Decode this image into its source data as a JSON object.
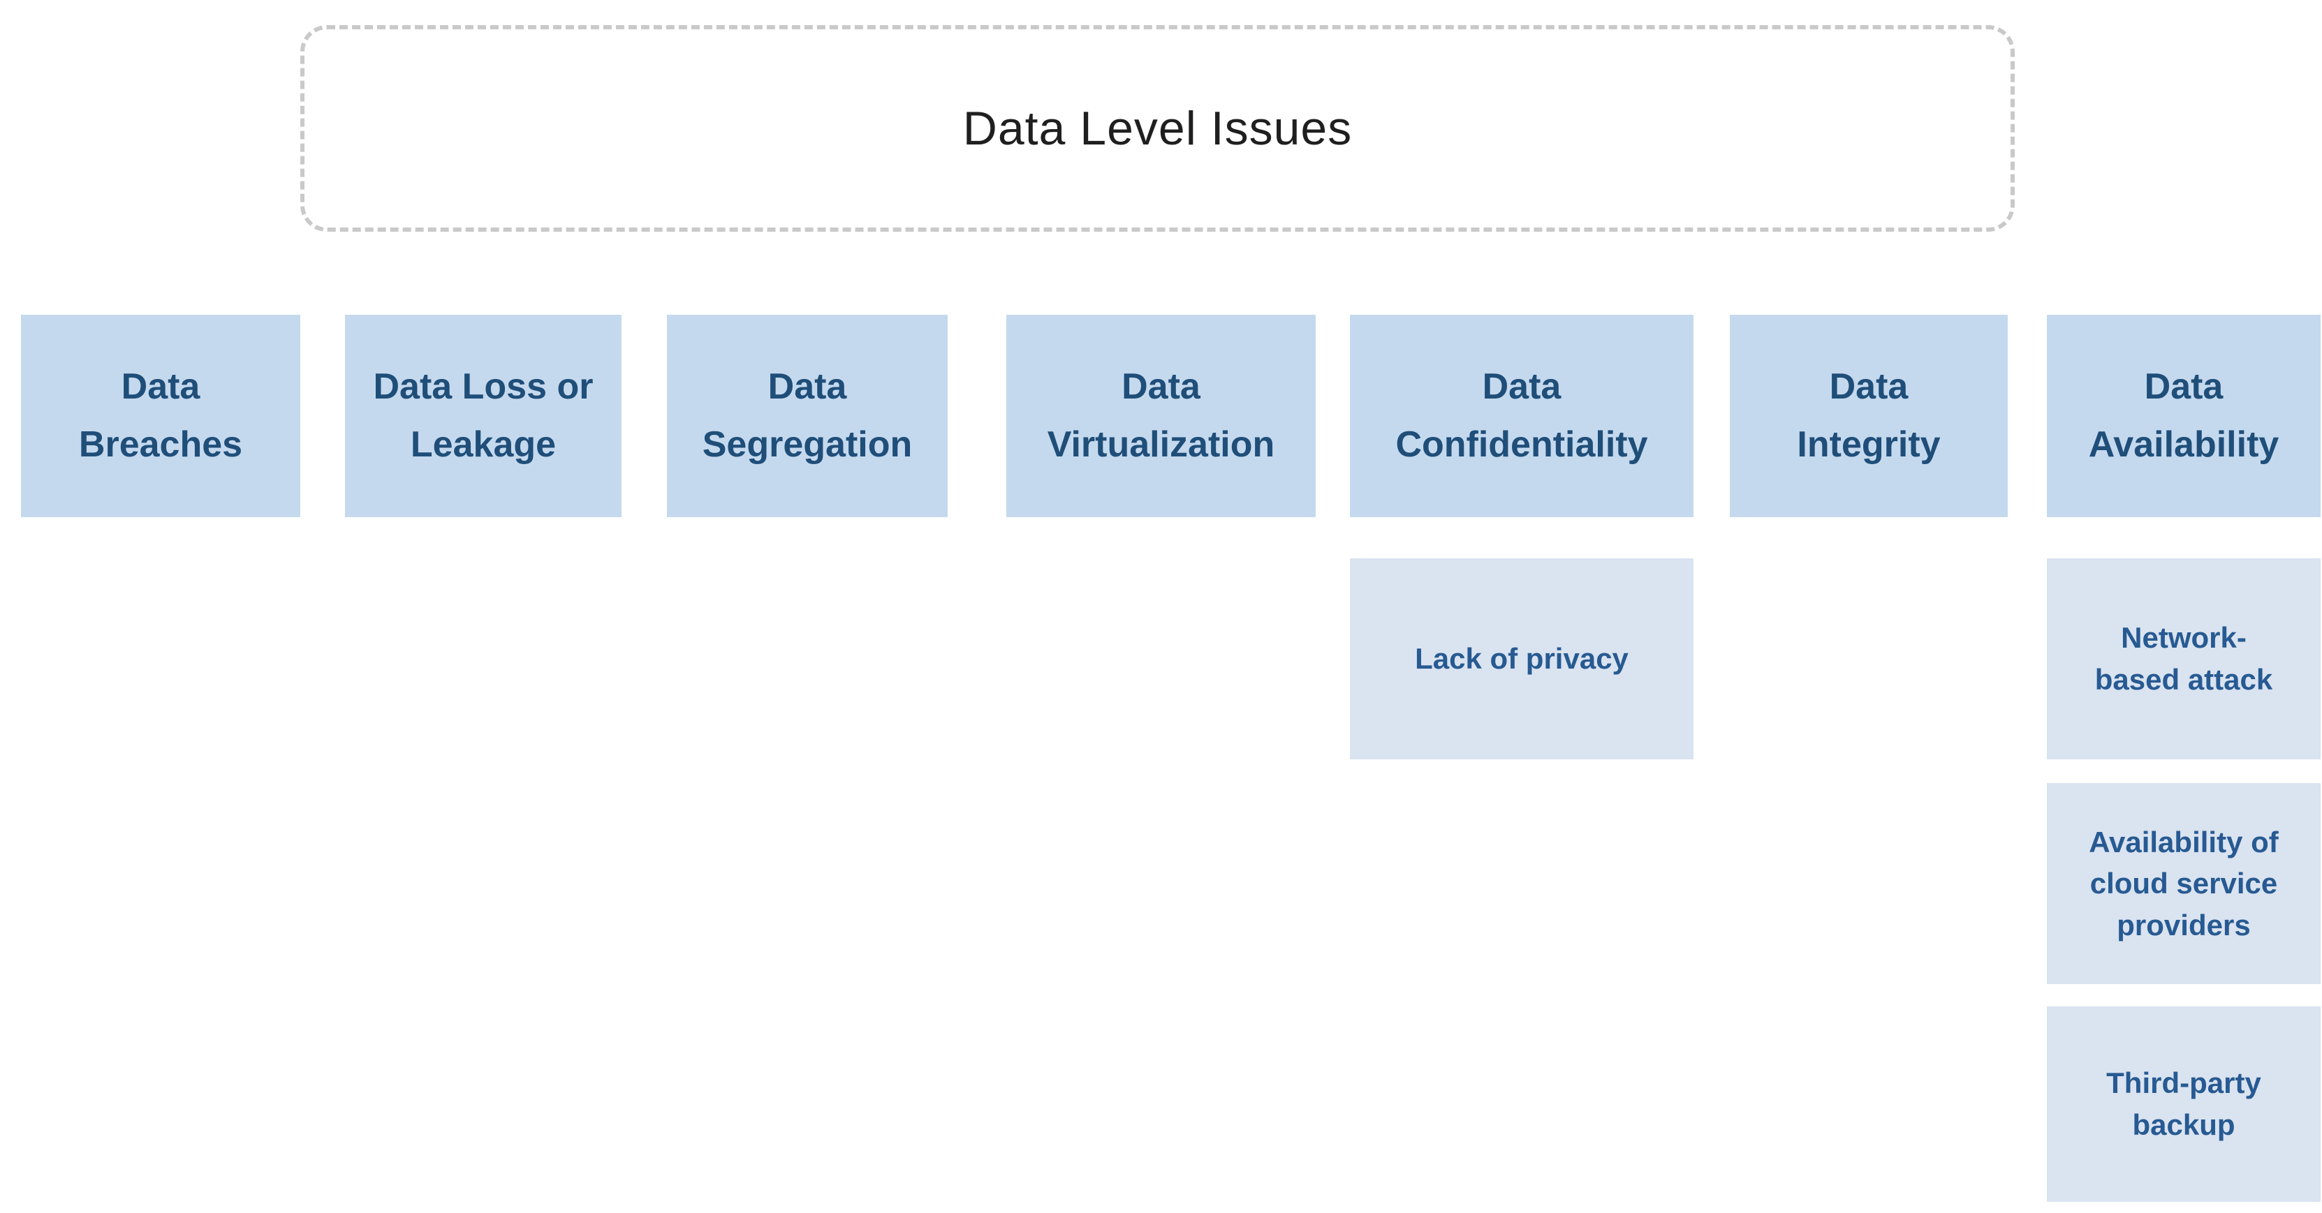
{
  "colors": {
    "header_fill": "#c5d9ee",
    "sub_fill": "#dae3f0",
    "header_text": "#1f4e79",
    "sub_text": "#275a92",
    "root_border": "#c9c9c9",
    "root_text": "#1f1f1f"
  },
  "root": {
    "title": "Data Level Issues"
  },
  "columns": [
    {
      "label": "Data\nBreaches"
    },
    {
      "label": "Data Loss or\nLeakage"
    },
    {
      "label": "Data\nSegregation"
    },
    {
      "label": "Data\nVirtualization"
    },
    {
      "label": "Data\nConfidentiality",
      "children": [
        "Lack of privacy"
      ]
    },
    {
      "label": "Data\nIntegrity"
    },
    {
      "label": "Data\nAvailability",
      "children": [
        "Network-\nbased attack",
        "Availability of\ncloud service\nproviders",
        "Third-party\nbackup"
      ]
    }
  ]
}
